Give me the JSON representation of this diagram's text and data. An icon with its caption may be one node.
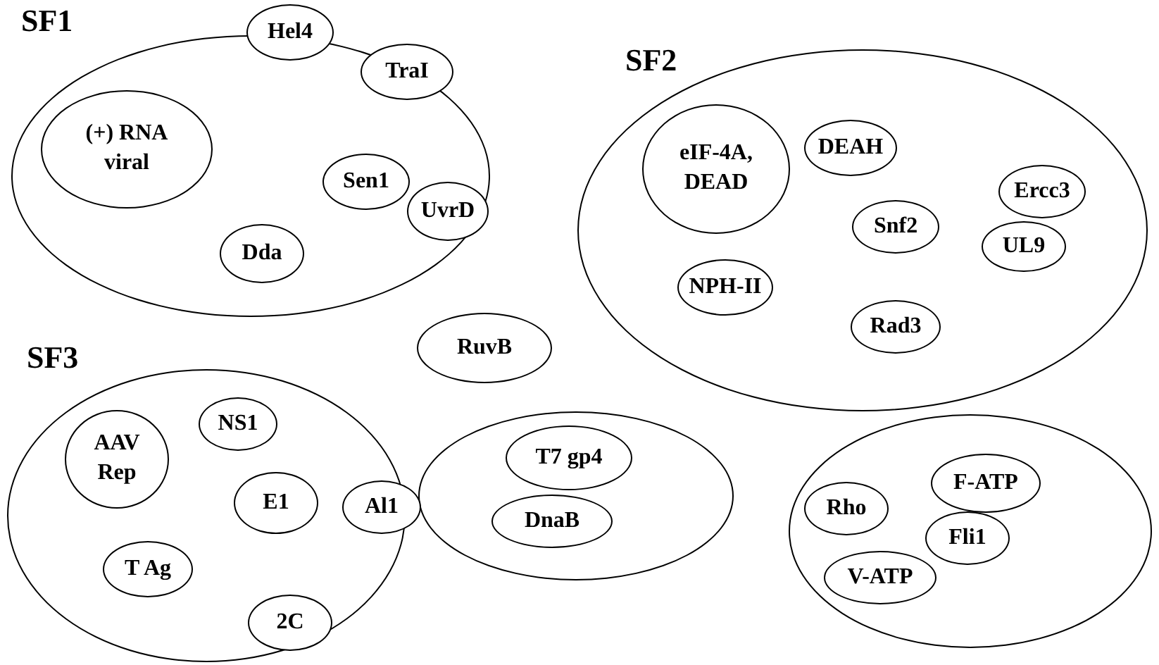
{
  "diagram": {
    "nodes": [
      {
        "text": [
          "SF1"
        ]
      },
      {
        "text": [
          "(+) RNA viral"
        ],
        "in": 0
      },
      {
        "text": [
          "Hel4"
        ]
      },
      {
        "text": [
          "TraI"
        ],
        "in": 0
      },
      {
        "text": [
          "Sen1"
        ],
        "in": 0
      },
      {
        "text": [
          "UvrD"
        ],
        "in": 0
      },
      {
        "text": [
          "Dda"
        ],
        "in": 0
      },
      {
        "text": [
          "SF2"
        ]
      },
      {
        "text": [
          "eIF-4A, DEAD"
        ],
        "in": 7
      },
      {
        "text": [
          "DEAH"
        ],
        "in": 7
      },
      {
        "text": [
          "Ercc3"
        ],
        "in": 7
      },
      {
        "text": [
          "Snf2"
        ],
        "in": 7
      },
      {
        "text": [
          "UL9"
        ],
        "in": 7
      },
      {
        "text": [
          "NPH-II"
        ],
        "in": 7
      },
      {
        "text": [
          "Rad3"
        ],
        "in": 7
      },
      {
        "text": [
          "RuvB"
        ]
      },
      {
        "text": [
          "SF3"
        ]
      },
      {
        "text": [
          "NS1"
        ],
        "in": 16
      },
      {
        "text": [
          "AAV Rep"
        ],
        "in": 16
      },
      {
        "text": [
          "E1"
        ],
        "in": 16
      },
      {
        "text": [
          "Al1"
        ],
        "in": 16
      },
      {
        "text": [
          "T Ag"
        ],
        "in": 16
      },
      {
        "text": [
          "2C"
        ],
        "in": 16
      },
      {
        "text": [],
        "shape": "circle"
      },
      {
        "text": [
          "T7 gp4"
        ],
        "in": 23
      },
      {
        "text": [
          "DnaB"
        ],
        "in": 23
      },
      {
        "text": [],
        "shape": "circle"
      },
      {
        "text": [
          "Rho"
        ],
        "in": 26
      },
      {
        "text": [
          "F-ATP"
        ],
        "in": 26
      },
      {
        "text": [
          "Fli1"
        ],
        "in": 26
      },
      {
        "text": [
          "V-ATP"
        ],
        "in": 26
      }
    ]
  }
}
